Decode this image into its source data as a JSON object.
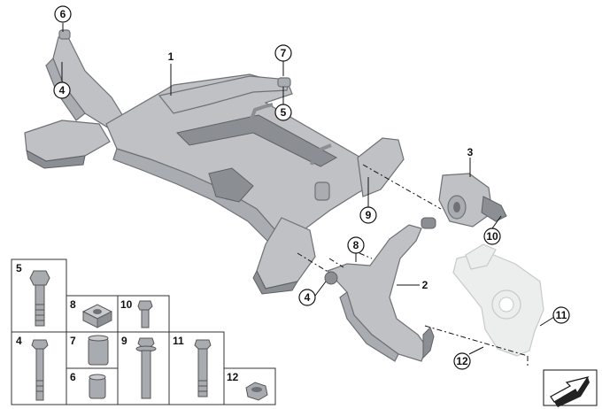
{
  "callouts": {
    "c1": "1",
    "c2": "2",
    "c3": "3",
    "c4a": "4",
    "c4b": "4",
    "c5": "5",
    "c6": "6",
    "c7": "7",
    "c8": "8",
    "c9": "9",
    "c10": "10",
    "c11": "11",
    "c12": "12"
  },
  "parts_table": {
    "p5": "5",
    "p8": "8",
    "p10": "10",
    "p4": "4",
    "p7": "7",
    "p9": "9",
    "p11": "11",
    "p6": "6",
    "p12": "12"
  },
  "icons": {
    "direction_marker": "arrow-box-icon"
  },
  "colors": {
    "part_fill": "#bfc1c4",
    "ghost_part": "#eceded",
    "callout_stroke": "#111111"
  }
}
